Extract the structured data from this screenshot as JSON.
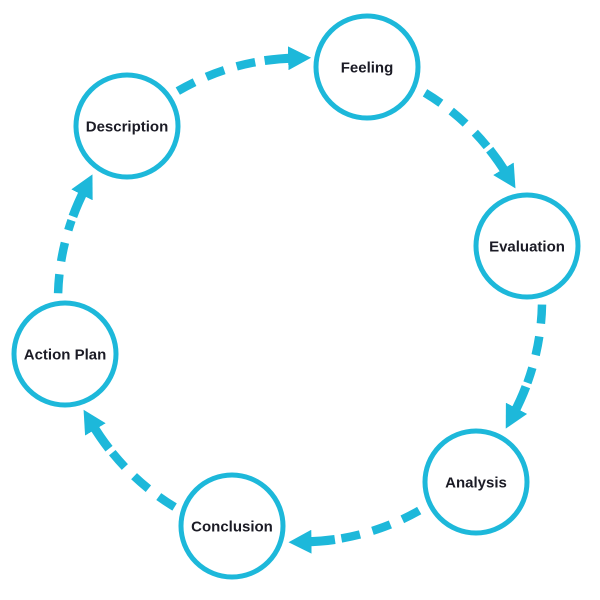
{
  "diagram": {
    "type": "cycle",
    "flow_direction": "clockwise",
    "stages": [
      {
        "label": "Description"
      },
      {
        "label": "Feeling"
      },
      {
        "label": "Evaluation"
      },
      {
        "label": "Analysis"
      },
      {
        "label": "Conclusion"
      },
      {
        "label": "Action Plan"
      }
    ],
    "connectors": [
      {
        "from": "Description",
        "to": "Feeling"
      },
      {
        "from": "Feeling",
        "to": "Evaluation"
      },
      {
        "from": "Evaluation",
        "to": "Analysis"
      },
      {
        "from": "Analysis",
        "to": "Conclusion"
      },
      {
        "from": "Conclusion",
        "to": "Action Plan"
      },
      {
        "from": "Action Plan",
        "to": "Description"
      }
    ],
    "colors": {
      "accent": "#1db8da",
      "label": "#1b1b25",
      "background": "#ffffff"
    }
  }
}
